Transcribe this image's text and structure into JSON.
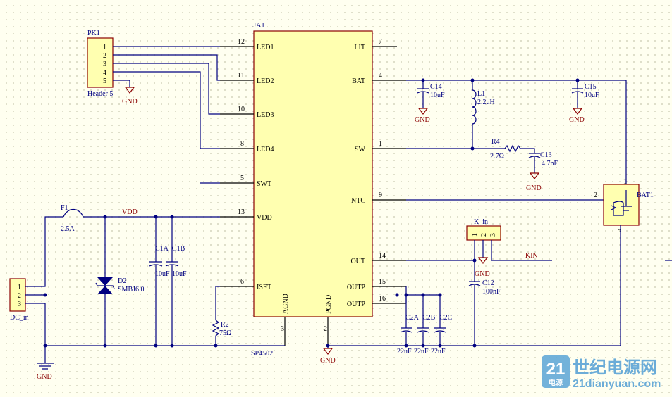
{
  "palette": {
    "wire": "#000080",
    "component_body": "#FFFFB0",
    "component_outline": "#8B0000",
    "background": "#FFFFF0",
    "net_label": "#8B0000",
    "watermark": "#5ba4d6"
  },
  "ua1": {
    "designator": "UA1",
    "part": "SP4502",
    "pins": {
      "led1": {
        "name": "LED1",
        "number": "12"
      },
      "led2": {
        "name": "LED2",
        "number": "11"
      },
      "led3": {
        "name": "LED3",
        "number": "10"
      },
      "led4": {
        "name": "LED4",
        "number": "8"
      },
      "swt": {
        "name": "SWT",
        "number": "5"
      },
      "vdd": {
        "name": "VDD",
        "number": "13"
      },
      "iset": {
        "name": "ISET",
        "number": "6"
      },
      "agnd": {
        "name": "AGND",
        "number": "3"
      },
      "pgnd": {
        "name": "PGND",
        "number": "2"
      },
      "lit": {
        "name": "LIT",
        "number": "7"
      },
      "bat": {
        "name": "BAT",
        "number": "4"
      },
      "sw": {
        "name": "SW",
        "number": "1"
      },
      "ntc": {
        "name": "NTC",
        "number": "9"
      },
      "out": {
        "name": "OUT",
        "number": "14"
      },
      "outp1": {
        "name": "OUTP",
        "number": "15"
      },
      "outp2": {
        "name": "OUTP",
        "number": "16"
      }
    }
  },
  "pk1": {
    "designator": "PK1",
    "comment": "Header 5",
    "pins": [
      "1",
      "2",
      "3",
      "4",
      "5"
    ]
  },
  "dc_in": {
    "designator": "DC_in",
    "pins": [
      "1",
      "2",
      "3"
    ]
  },
  "k_in": {
    "designator": "K_in",
    "pins": [
      "1",
      "2",
      "3"
    ]
  },
  "bat1": {
    "designator": "BAT1",
    "pins": {
      "p1": "1",
      "p2": "2",
      "p3": "3"
    }
  },
  "f1": {
    "designator": "F1",
    "value": "2.5A"
  },
  "d2": {
    "designator": "D2",
    "value": "SMBJ6.0"
  },
  "r2": {
    "designator": "R2",
    "value": "75Ω"
  },
  "r4": {
    "designator": "R4",
    "value": "2.7Ω"
  },
  "l1": {
    "designator": "L1",
    "value": "2.2uH"
  },
  "capacitors": {
    "c1a": {
      "designator": "C1A",
      "value": "10uF"
    },
    "c1b": {
      "designator": "C1B",
      "value": "10uF"
    },
    "c14": {
      "designator": "C14",
      "value": "10uF"
    },
    "c15": {
      "designator": "C15",
      "value": "10uF"
    },
    "c13": {
      "designator": "C13",
      "value": "4.7nF"
    },
    "c12": {
      "designator": "C12",
      "value": "100nF"
    },
    "c2a": {
      "designator": "C2A",
      "value": "22uF"
    },
    "c2b": {
      "designator": "C2B",
      "value": "22uF"
    },
    "c2c": {
      "designator": "C2C",
      "value": "22uF"
    }
  },
  "nets": {
    "vdd": "VDD",
    "kin": "KIN",
    "gnd": "GND"
  },
  "watermark": {
    "text": "世纪电源网",
    "url": "21dianyuan.com",
    "logo_digits": "21",
    "logo_sub": "电源"
  }
}
